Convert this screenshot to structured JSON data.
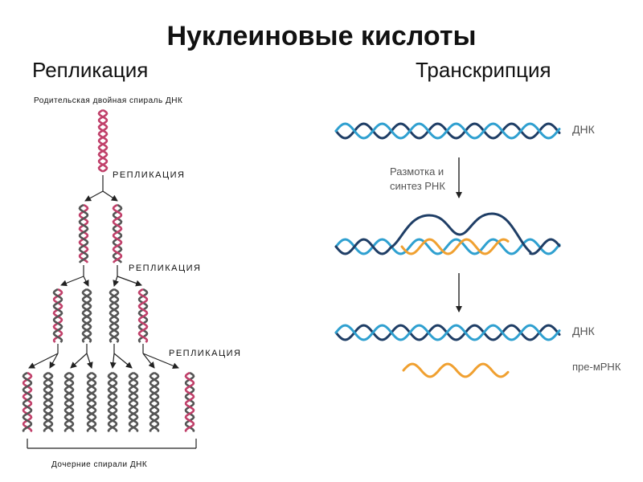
{
  "slide": {
    "title": "Нуклеиновые кислоты",
    "left_heading": "Репликация",
    "right_heading": "Транскрипция"
  },
  "replication": {
    "parent_label": "Родительская двойная спираль ДНК",
    "step_label": "РЕПЛИКАЦИЯ",
    "daughter_label": "Дочерние спирали ДНК",
    "colors": {
      "original_strand": "#c0406a",
      "new_strand": "#555555"
    }
  },
  "transcription": {
    "dna_label": "ДНК",
    "step_label_line1": "Размотка и",
    "step_label_line2": "синтез РНК",
    "dna_label_result": "ДНК",
    "rna_label": "пре-мРНК",
    "colors": {
      "strand_dark": "#1f3e66",
      "strand_light": "#2fa0d0",
      "rna": "#f0a030"
    }
  }
}
